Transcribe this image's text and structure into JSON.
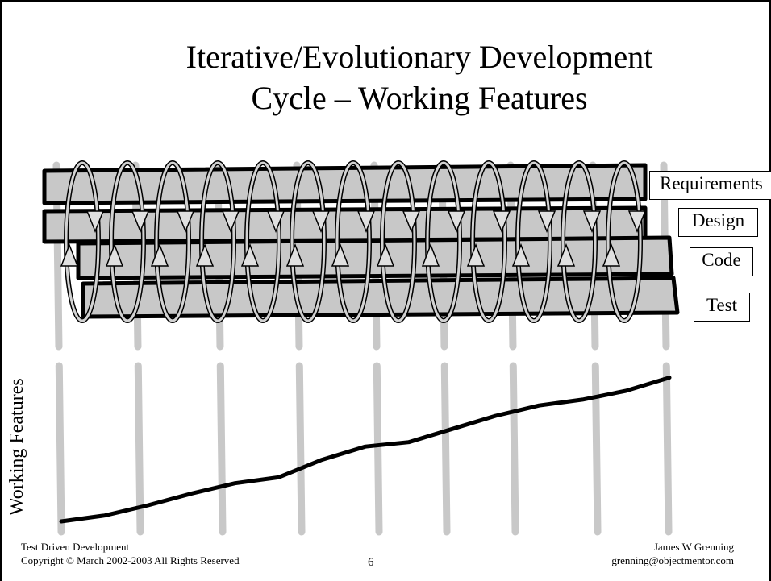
{
  "slide": {
    "title_line1": "Iterative/Evolutionary Development",
    "title_line2": "Cycle – Working Features"
  },
  "phases": [
    {
      "label": "Requirements"
    },
    {
      "label": "Design"
    },
    {
      "label": "Code"
    },
    {
      "label": "Test"
    }
  ],
  "chart": {
    "ylabel": "Working Features"
  },
  "chart_data": {
    "type": "line",
    "title": "",
    "ylabel": "Working Features",
    "x": [
      1,
      2,
      3,
      4,
      5,
      6,
      7,
      8,
      9,
      10,
      11,
      12,
      13,
      14,
      15
    ],
    "values": [
      0,
      0.4,
      1.1,
      1.9,
      2.6,
      3.0,
      4.2,
      5.1,
      5.4,
      6.3,
      7.2,
      7.9,
      8.3,
      8.9,
      9.8
    ],
    "ylim": [
      0,
      10
    ],
    "grid": false
  },
  "colors": {
    "band_fill": "#c8c8c8",
    "band_edge": "#000000",
    "loop_fill": "#d2d2d2",
    "dashed_line": "#c8c8c8",
    "curve": "#000000"
  },
  "footer": {
    "left_line1": "Test Driven Development",
    "left_line2": "Copyright © March 2002-2003 All Rights Reserved",
    "page_number": "6",
    "right_line1": "James W Grenning",
    "right_line2": "grenning@objectmentor.com"
  }
}
